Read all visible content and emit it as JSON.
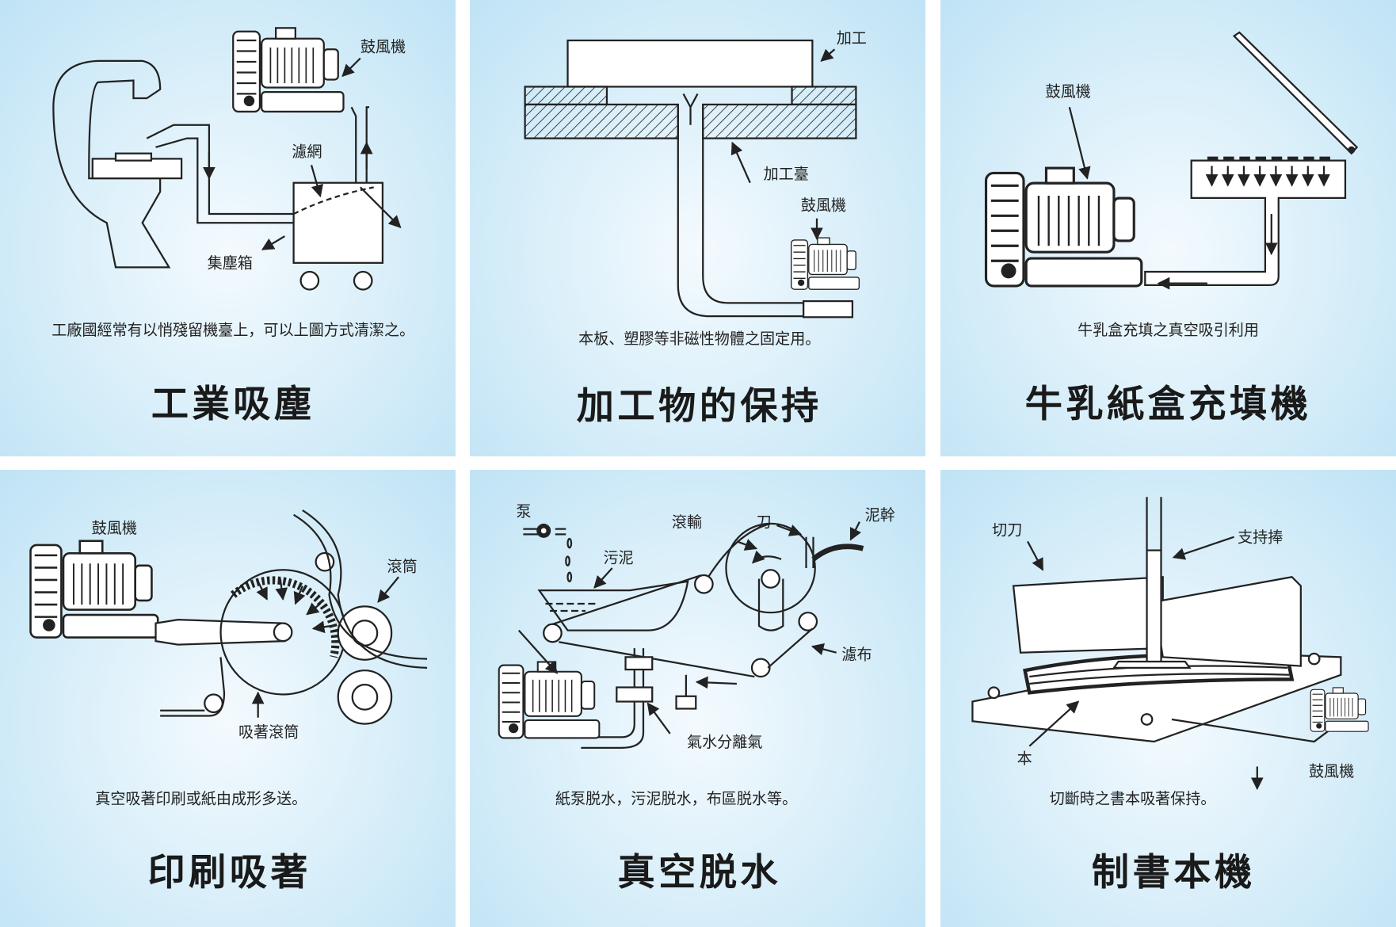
{
  "panels": [
    {
      "title": "工業吸塵",
      "caption": "工廠國經常有以悄殘留機臺上，可以上圖方式清潔之。",
      "labels": [
        "鼓風機",
        "濾網",
        "集塵箱"
      ]
    },
    {
      "title": "加工物的保持",
      "caption": "本板、塑膠等非磁性物體之固定用。",
      "labels": [
        "加工",
        "加工臺",
        "鼓風機"
      ]
    },
    {
      "title": "牛乳紙盒充填機",
      "caption": "牛乳盒充填之真空吸引利用",
      "labels": [
        "鼓風機"
      ]
    },
    {
      "title": "印刷吸著",
      "caption": "真空吸著印刷或紙由成形多送。",
      "labels": [
        "鼓風機",
        "滾筒",
        "吸著滾筒"
      ]
    },
    {
      "title": "真空脱水",
      "caption": "紙泵脱水，污泥脱水，布區脱水等。",
      "labels": [
        "泵",
        "滾輸",
        "刀",
        "泥幹",
        "污泥",
        "濾布",
        "氣水分離氣"
      ]
    },
    {
      "title": "制書本機",
      "caption": "切斷時之書本吸著保持。",
      "labels": [
        "切刀",
        "支持捧",
        "本",
        "鼓風機"
      ]
    }
  ],
  "colors": {
    "panel_edge": "#bfe3f5",
    "panel_center": "#f4fafe",
    "ink": "#222222"
  }
}
